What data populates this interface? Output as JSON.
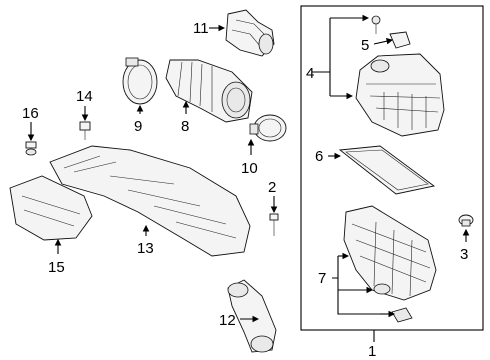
{
  "callouts": {
    "c1": "1",
    "c2": "2",
    "c3": "3",
    "c4": "4",
    "c5": "5",
    "c6": "6",
    "c7": "7",
    "c8": "8",
    "c9": "9",
    "c10": "10",
    "c11": "11",
    "c12": "12",
    "c13": "13",
    "c14": "14",
    "c15": "15",
    "c16": "16"
  },
  "colors": {
    "line": "#000000",
    "part_fill": "#f4f4f4",
    "background": "#ffffff"
  }
}
